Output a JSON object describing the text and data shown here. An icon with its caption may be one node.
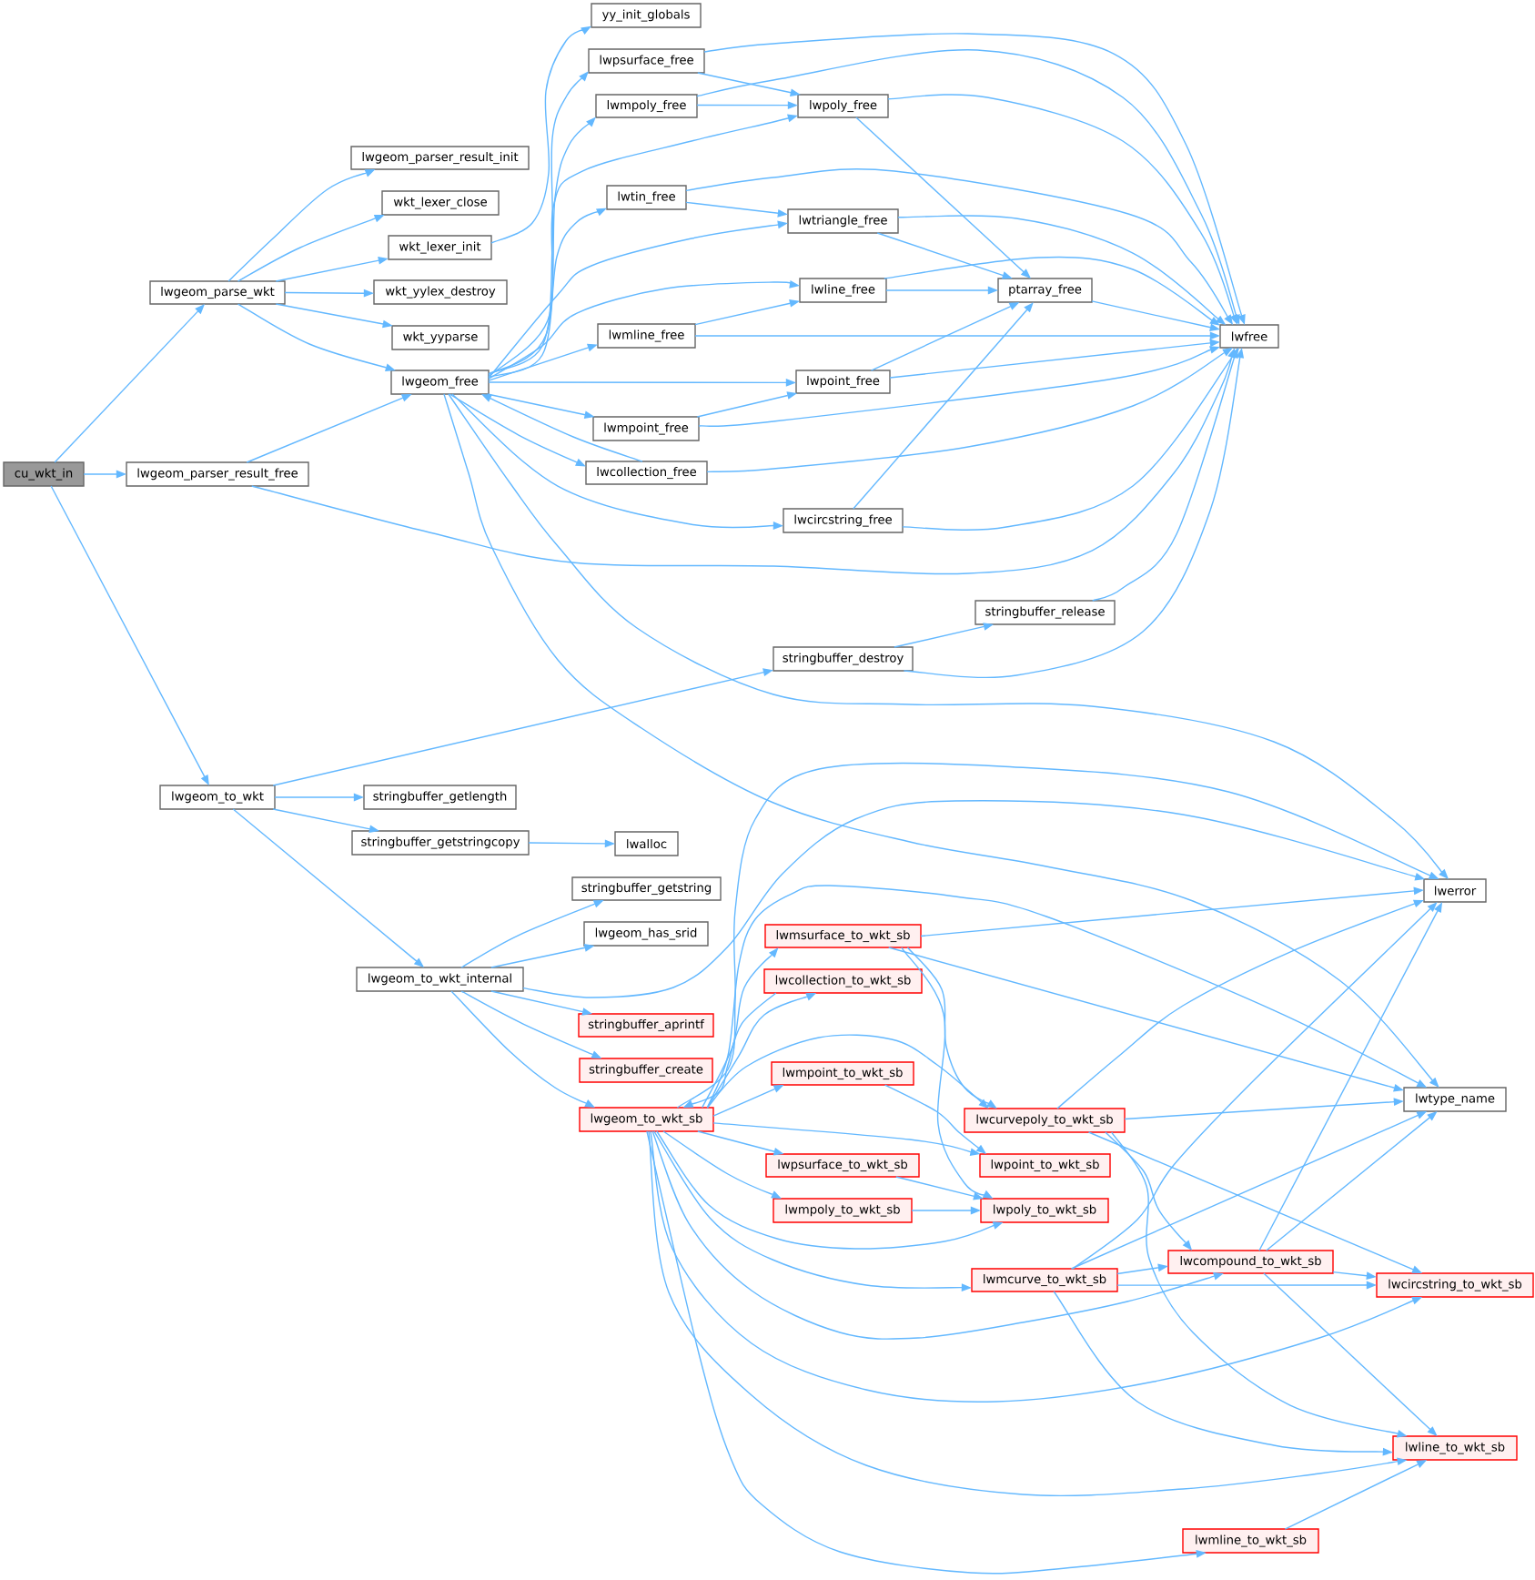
{
  "diagram": {
    "nodes": [
      {
        "text": [
          "cu_wkt_in"
        ]
      },
      {
        "text": [
          "lwgeom_parse_wkt"
        ]
      },
      {
        "text": [
          "lwgeom_parser_result_free"
        ]
      },
      {
        "text": [
          "lwgeom_to_wkt"
        ]
      },
      {
        "text": [
          "lwgeom_parser_result_init"
        ]
      },
      {
        "text": [
          "wkt_lexer_close"
        ]
      },
      {
        "text": [
          "wkt_lexer_init"
        ]
      },
      {
        "text": [
          "wkt_yylex_destroy"
        ]
      },
      {
        "text": [
          "wkt_yyparse"
        ]
      },
      {
        "text": [
          "lwgeom_free"
        ]
      },
      {
        "text": [
          "yy_init_globals"
        ]
      },
      {
        "text": [
          "lwpsurface_free"
        ]
      },
      {
        "text": [
          "lwmpoly_free"
        ]
      },
      {
        "text": [
          "lwpoly_free"
        ]
      },
      {
        "text": [
          "lwtin_free"
        ]
      },
      {
        "text": [
          "lwtriangle_free"
        ]
      },
      {
        "text": [
          "lwline_free"
        ]
      },
      {
        "text": [
          "ptarray_free"
        ]
      },
      {
        "text": [
          "lwmline_free"
        ]
      },
      {
        "text": [
          "lwfree"
        ]
      },
      {
        "text": [
          "lwpoint_free"
        ]
      },
      {
        "text": [
          "lwmpoint_free"
        ]
      },
      {
        "text": [
          "lwcollection_free"
        ]
      },
      {
        "text": [
          "lwcircstring_free"
        ]
      },
      {
        "text": [
          "stringbuffer_release"
        ]
      },
      {
        "text": [
          "stringbuffer_destroy"
        ]
      },
      {
        "text": [
          "stringbuffer_getlength"
        ]
      },
      {
        "text": [
          "stringbuffer_getstringcopy"
        ]
      },
      {
        "text": [
          "lwalloc"
        ]
      },
      {
        "text": [
          "lwerror"
        ]
      },
      {
        "text": [
          "stringbuffer_getstring"
        ]
      },
      {
        "text": [
          "lwgeom_has_srid"
        ]
      },
      {
        "text": [
          "lwgeom_to_wkt_internal"
        ]
      },
      {
        "text": [
          "lwmsurface_to_wkt_sb"
        ]
      },
      {
        "text": [
          "lwcollection_to_wkt_sb"
        ]
      },
      {
        "text": [
          "stringbuffer_aprintf"
        ]
      },
      {
        "text": [
          "stringbuffer_create"
        ]
      },
      {
        "text": [
          "lwmpoint_to_wkt_sb"
        ]
      },
      {
        "text": [
          "lwgeom_to_wkt_sb"
        ]
      },
      {
        "text": [
          "lwcurvepoly_to_wkt_sb"
        ]
      },
      {
        "text": [
          "lwtype_name"
        ]
      },
      {
        "text": [
          "lwpsurface_to_wkt_sb"
        ]
      },
      {
        "text": [
          "lwpoint_to_wkt_sb"
        ]
      },
      {
        "text": [
          "lwmpoly_to_wkt_sb"
        ]
      },
      {
        "text": [
          "lwpoly_to_wkt_sb"
        ]
      },
      {
        "text": [
          "lwmcurve_to_wkt_sb"
        ]
      },
      {
        "text": [
          "lwcompound_to_wkt_sb"
        ]
      },
      {
        "text": [
          "lwcircstring_to_wkt_sb"
        ]
      },
      {
        "text": [
          "lwline_to_wkt_sb"
        ]
      },
      {
        "text": [
          "lwmline_to_wkt_sb"
        ]
      }
    ],
    "edges": [
      {
        "from": 0,
        "to": 1,
        "arrow": "to"
      },
      {
        "from": 0,
        "to": 2,
        "arrow": "to"
      },
      {
        "from": 0,
        "to": 3,
        "arrow": "to"
      },
      {
        "from": 1,
        "to": 4,
        "arrow": "to"
      },
      {
        "from": 1,
        "to": 5,
        "arrow": "to"
      },
      {
        "from": 1,
        "to": 6,
        "arrow": "to"
      },
      {
        "from": 1,
        "to": 7,
        "arrow": "to"
      },
      {
        "from": 1,
        "to": 8,
        "arrow": "to"
      },
      {
        "from": 1,
        "to": 9,
        "arrow": "to"
      },
      {
        "from": 2,
        "to": 9,
        "arrow": "to"
      },
      {
        "from": 2,
        "to": 19,
        "arrow": "to"
      },
      {
        "from": 3,
        "to": 25,
        "arrow": "to"
      },
      {
        "from": 3,
        "to": 26,
        "arrow": "to"
      },
      {
        "from": 3,
        "to": 27,
        "arrow": "to"
      },
      {
        "from": 3,
        "to": 32,
        "arrow": "to"
      },
      {
        "from": 6,
        "to": 10,
        "arrow": "to"
      },
      {
        "from": 9,
        "to": 11,
        "arrow": "to"
      },
      {
        "from": 9,
        "to": 12,
        "arrow": "to"
      },
      {
        "from": 9,
        "to": 13,
        "arrow": "to"
      },
      {
        "from": 9,
        "to": 14,
        "arrow": "to"
      },
      {
        "from": 9,
        "to": 15,
        "arrow": "to"
      },
      {
        "from": 9,
        "to": 16,
        "arrow": "to"
      },
      {
        "from": 9,
        "to": 18,
        "arrow": "to"
      },
      {
        "from": 9,
        "to": 20,
        "arrow": "to"
      },
      {
        "from": 9,
        "to": 21,
        "arrow": "to"
      },
      {
        "from": 9,
        "to": 22,
        "arrow": "to"
      },
      {
        "from": 9,
        "to": 23,
        "arrow": "to"
      },
      {
        "from": 9,
        "to": 29,
        "arrow": "to"
      },
      {
        "from": 9,
        "to": 40,
        "arrow": "to"
      },
      {
        "from": 11,
        "to": 13,
        "arrow": "to"
      },
      {
        "from": 11,
        "to": 19,
        "arrow": "to"
      },
      {
        "from": 12,
        "to": 13,
        "arrow": "to"
      },
      {
        "from": 12,
        "to": 19,
        "arrow": "to"
      },
      {
        "from": 13,
        "to": 17,
        "arrow": "to"
      },
      {
        "from": 13,
        "to": 19,
        "arrow": "to"
      },
      {
        "from": 14,
        "to": 15,
        "arrow": "to"
      },
      {
        "from": 14,
        "to": 19,
        "arrow": "to"
      },
      {
        "from": 15,
        "to": 17,
        "arrow": "to"
      },
      {
        "from": 15,
        "to": 19,
        "arrow": "to"
      },
      {
        "from": 16,
        "to": 17,
        "arrow": "to"
      },
      {
        "from": 16,
        "to": 19,
        "arrow": "to"
      },
      {
        "from": 17,
        "to": 19,
        "arrow": "to"
      },
      {
        "from": 18,
        "to": 16,
        "arrow": "to"
      },
      {
        "from": 18,
        "to": 19,
        "arrow": "to"
      },
      {
        "from": 20,
        "to": 17,
        "arrow": "to"
      },
      {
        "from": 20,
        "to": 19,
        "arrow": "to"
      },
      {
        "from": 21,
        "to": 20,
        "arrow": "to"
      },
      {
        "from": 21,
        "to": 19,
        "arrow": "to"
      },
      {
        "from": 22,
        "to": 9,
        "arrow": "to"
      },
      {
        "from": 22,
        "to": 19,
        "arrow": "to"
      },
      {
        "from": 23,
        "to": 17,
        "arrow": "to"
      },
      {
        "from": 23,
        "to": 19,
        "arrow": "to"
      },
      {
        "from": 24,
        "to": 19,
        "arrow": "to"
      },
      {
        "from": 25,
        "to": 24,
        "arrow": "to"
      },
      {
        "from": 25,
        "to": 19,
        "arrow": "to"
      },
      {
        "from": 27,
        "to": 28,
        "arrow": "to"
      },
      {
        "from": 32,
        "to": 30,
        "arrow": "to"
      },
      {
        "from": 32,
        "to": 31,
        "arrow": "to"
      },
      {
        "from": 32,
        "to": 35,
        "arrow": "to"
      },
      {
        "from": 32,
        "to": 36,
        "arrow": "to"
      },
      {
        "from": 32,
        "to": 38,
        "arrow": "to"
      },
      {
        "from": 32,
        "to": 29,
        "arrow": "to"
      },
      {
        "from": 33,
        "to": 29,
        "arrow": "to"
      },
      {
        "from": 33,
        "to": 40,
        "arrow": "to"
      },
      {
        "from": 33,
        "to": 39,
        "arrow": "to"
      },
      {
        "from": 33,
        "to": 44,
        "arrow": "to"
      },
      {
        "from": 34,
        "to": 38,
        "arrow": "to"
      },
      {
        "from": 37,
        "to": 42,
        "arrow": "to"
      },
      {
        "from": 38,
        "to": 33,
        "arrow": "to"
      },
      {
        "from": 38,
        "to": 34,
        "arrow": "to"
      },
      {
        "from": 38,
        "to": 37,
        "arrow": "to"
      },
      {
        "from": 38,
        "to": 39,
        "arrow": "to"
      },
      {
        "from": 38,
        "to": 42,
        "arrow": "to"
      },
      {
        "from": 38,
        "to": 41,
        "arrow": "to"
      },
      {
        "from": 38,
        "to": 43,
        "arrow": "to"
      },
      {
        "from": 38,
        "to": 44,
        "arrow": "to"
      },
      {
        "from": 38,
        "to": 45,
        "arrow": "to"
      },
      {
        "from": 38,
        "to": 46,
        "arrow": "to"
      },
      {
        "from": 38,
        "to": 47,
        "arrow": "to"
      },
      {
        "from": 38,
        "to": 48,
        "arrow": "to"
      },
      {
        "from": 38,
        "to": 49,
        "arrow": "to"
      },
      {
        "from": 38,
        "to": 29,
        "arrow": "to"
      },
      {
        "from": 38,
        "to": 40,
        "arrow": "to"
      },
      {
        "from": 39,
        "to": 29,
        "arrow": "to"
      },
      {
        "from": 39,
        "to": 40,
        "arrow": "to"
      },
      {
        "from": 39,
        "to": 47,
        "arrow": "to"
      },
      {
        "from": 39,
        "to": 46,
        "arrow": "to"
      },
      {
        "from": 39,
        "to": 48,
        "arrow": "to"
      },
      {
        "from": 41,
        "to": 44,
        "arrow": "to"
      },
      {
        "from": 43,
        "to": 44,
        "arrow": "to"
      },
      {
        "from": 45,
        "to": 29,
        "arrow": "to"
      },
      {
        "from": 45,
        "to": 40,
        "arrow": "to"
      },
      {
        "from": 45,
        "to": 46,
        "arrow": "to"
      },
      {
        "from": 45,
        "to": 47,
        "arrow": "to"
      },
      {
        "from": 45,
        "to": 48,
        "arrow": "to"
      },
      {
        "from": 46,
        "to": 29,
        "arrow": "to"
      },
      {
        "from": 46,
        "to": 40,
        "arrow": "to"
      },
      {
        "from": 46,
        "to": 47,
        "arrow": "to"
      },
      {
        "from": 46,
        "to": 48,
        "arrow": "to"
      },
      {
        "from": 49,
        "to": 48,
        "arrow": "to"
      }
    ]
  }
}
